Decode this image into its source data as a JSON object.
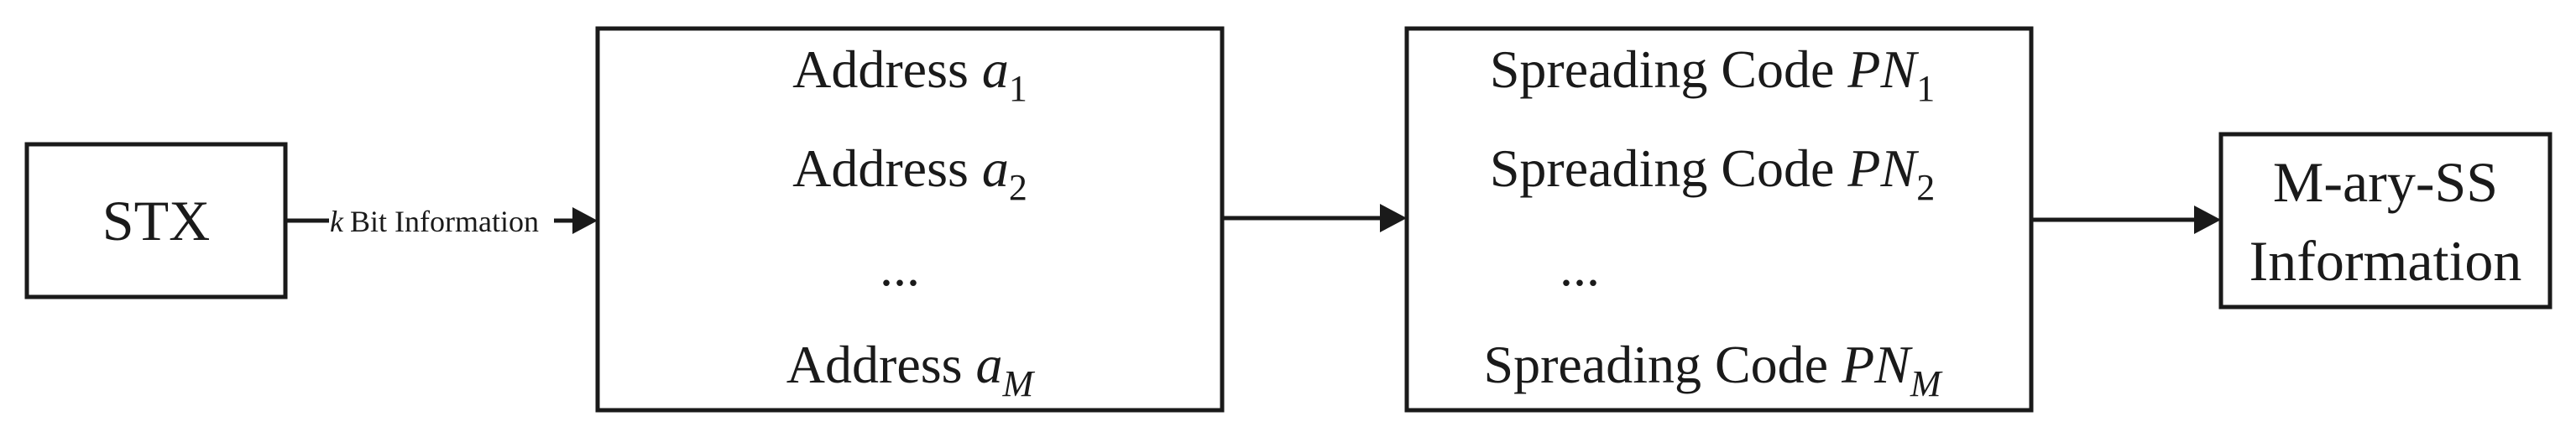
{
  "blocks": {
    "stx": {
      "label": "STX"
    },
    "address": {
      "prefix": "Address",
      "symbol": "a",
      "rows": [
        {
          "sub": "1"
        },
        {
          "sub": "2"
        },
        {
          "ellipsis": "..."
        },
        {
          "sub": "M"
        }
      ]
    },
    "spreading": {
      "prefix": "Spreading Code",
      "symbol": "PN",
      "rows": [
        {
          "sub": "1"
        },
        {
          "sub": "2"
        },
        {
          "ellipsis": "..."
        },
        {
          "sub": "M"
        }
      ]
    },
    "output": {
      "line1": "M-ary-SS",
      "line2": "Information"
    }
  },
  "edges": {
    "stx_to_address": {
      "var": "k",
      "label": "Bit Information"
    }
  }
}
